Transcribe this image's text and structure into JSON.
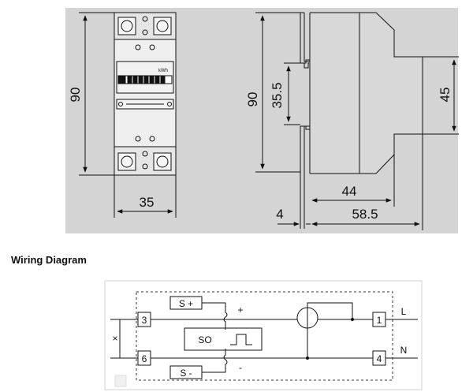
{
  "title": "Wiring Diagram",
  "dimensions": {
    "front_height": "90",
    "front_width": "35",
    "counter_unit": "kWh",
    "side_height": "90",
    "side_rail": "35.5",
    "side_depth_44": "44",
    "side_depth_58": "58.5",
    "side_offset": "4",
    "side_right_height": "45"
  },
  "wiring": {
    "terminal_3": "3",
    "terminal_6": "6",
    "terminal_1": "1",
    "terminal_4": "4",
    "s_plus": "S +",
    "s_minus": "S -",
    "so": "SO",
    "plus": "+",
    "minus": "-",
    "l_label": "L",
    "n_label": "N",
    "x_label": "×"
  }
}
